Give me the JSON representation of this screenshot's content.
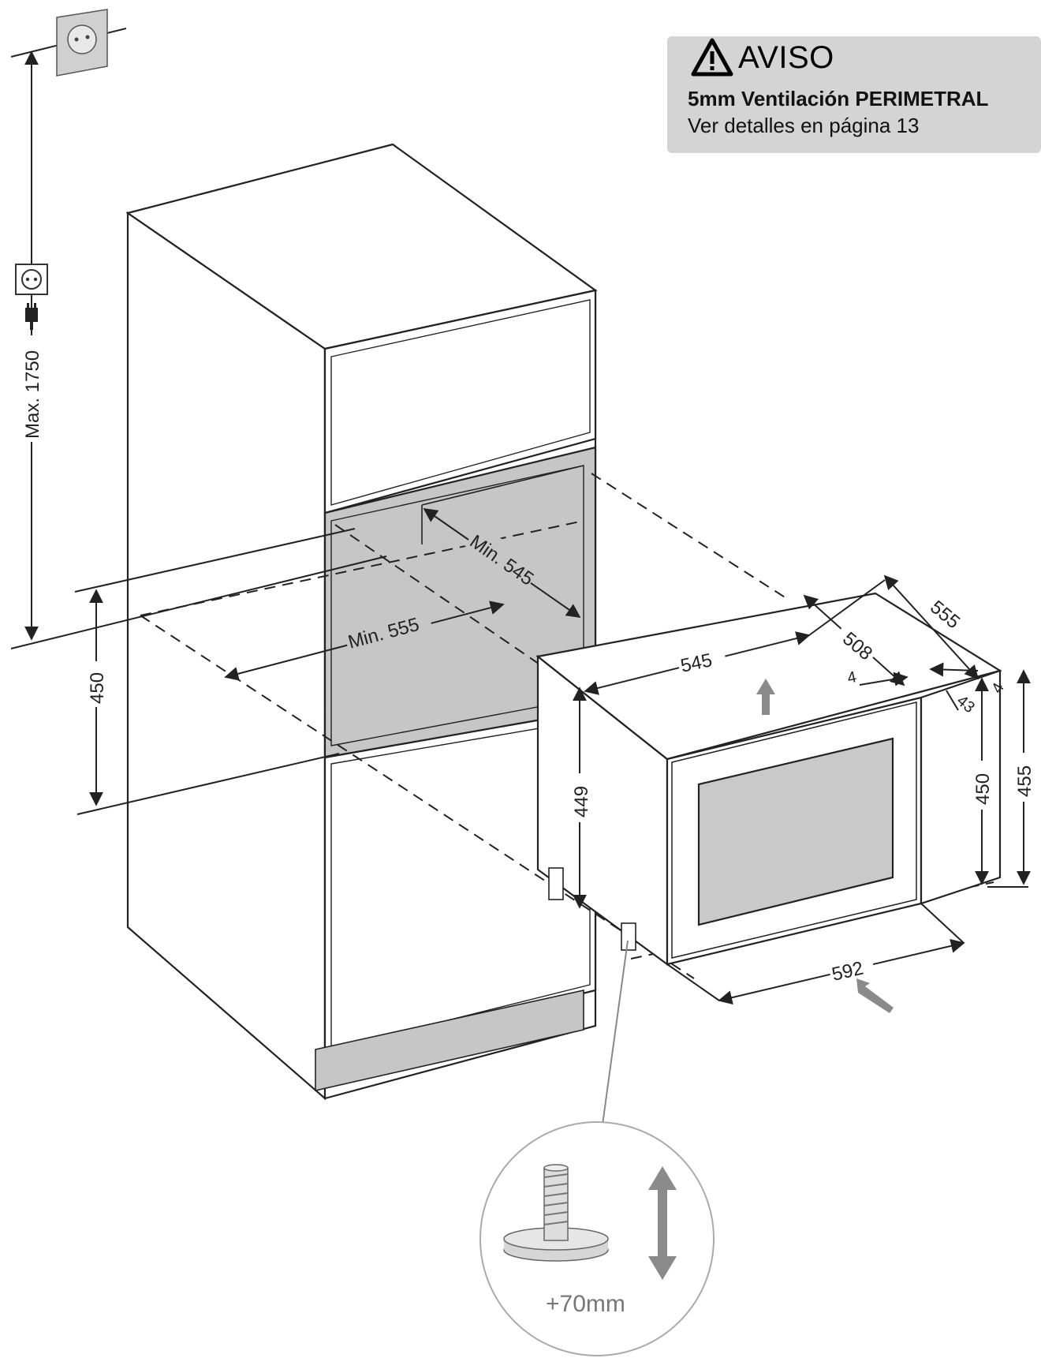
{
  "notice": {
    "title": "AVISO",
    "line1": "5mm Ventilación PERIMETRAL",
    "line2": "Ver detalles en página 13",
    "icon": "warning-triangle-icon",
    "background": "#d4d4d4"
  },
  "dimensions": {
    "max_height": "Max. 1750",
    "niche_height": "450",
    "niche_depth": "Min. 545",
    "niche_width": "Min. 555",
    "appliance_width": "545",
    "appliance_depth_total": "555",
    "appliance_depth_body": "508",
    "gap_4a": "4",
    "gap_4b": "4",
    "offset_43": "43",
    "appliance_height": "449",
    "front_height": "450",
    "overall_height": "455",
    "front_width": "592",
    "foot_adjust": "+70mm"
  },
  "icons": [
    "wall-socket-icon",
    "socket-icon",
    "plug-icon",
    "arrow-up-icon",
    "arrow-diagonal-icon",
    "adjustable-foot-icon",
    "double-arrow-icon"
  ],
  "colors": {
    "niche_fill": "#c6c6c6",
    "window_fill": "#c9c9c9",
    "line": "#222222",
    "arrow_gray": "#8a8a8a"
  }
}
